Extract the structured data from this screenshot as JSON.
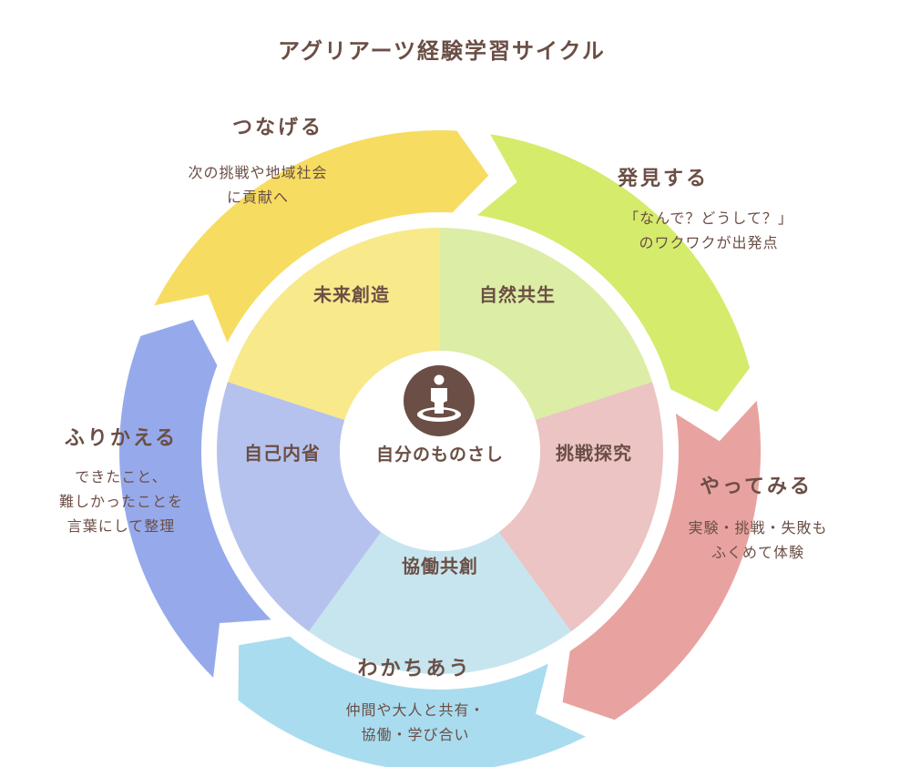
{
  "title": "アグリアーツ経験学習サイクル",
  "center": {
    "label": "自分のものさし",
    "icon": "person-on-spot-icon"
  },
  "segments": [
    {
      "label": "自然共生",
      "color": "#dcedA5"
    },
    {
      "label": "挑戦探究",
      "color": "#ebc4c3"
    },
    {
      "label": "協働共創",
      "color": "#c6e5ef"
    },
    {
      "label": "自己内省",
      "color": "#b6c2ee"
    },
    {
      "label": "未来創造",
      "color": "#f8e98b"
    }
  ],
  "steps": [
    {
      "title": "発見する",
      "lines": [
        "「なんで？どうして？」",
        "のワクワクが出発点"
      ],
      "color": "#d5eb6c"
    },
    {
      "title": "やってみる",
      "lines": [
        "実験・挑戦・失敗も",
        "ふくめて体験"
      ],
      "color": "#e8a3a0"
    },
    {
      "title": "わかちあう",
      "lines": [
        "仲間や大人と共有・",
        "協働・学び合い"
      ],
      "color": "#a9dcef"
    },
    {
      "title": "ふりかえる",
      "lines": [
        "できたこと、",
        "難しかったことを",
        "言葉にして整理"
      ],
      "color": "#96aaeb"
    },
    {
      "title": "つなげる",
      "lines": [
        "次の挑戦や地域社会",
        "に貢献へ"
      ],
      "color": "#f6dd62"
    }
  ],
  "colors": {
    "text": "#6b4e45"
  }
}
